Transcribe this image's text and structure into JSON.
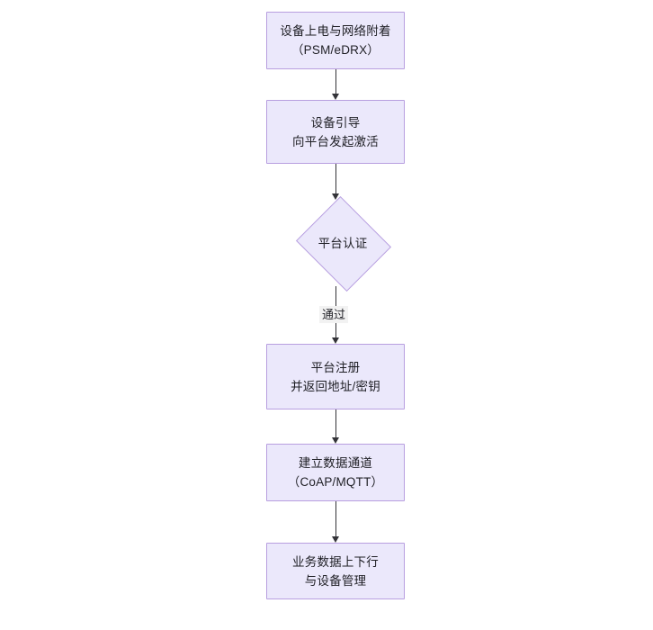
{
  "diagram": {
    "type": "flowchart",
    "orientation": "top-to-bottom",
    "background_color": "#ffffff",
    "node_fill_color": "#ebe8fb",
    "node_border_color": "#b89fe0",
    "edge_color": "#333338",
    "text_color": "#1f1f25",
    "edge_label_background": "#f2f2f2",
    "nodes": [
      {
        "id": "n1",
        "shape": "rectangle",
        "label": "设备上电与网络附着\n（PSM/eDRX）",
        "line1": "设备上电与网络附着",
        "line2": "（PSM/eDRX）"
      },
      {
        "id": "n2",
        "shape": "rectangle",
        "label": "设备引导\n向平台发起激活",
        "line1": "设备引导",
        "line2": "向平台发起激活"
      },
      {
        "id": "n3",
        "shape": "diamond",
        "label": "平台认证",
        "line1": "平台认证",
        "line2": ""
      },
      {
        "id": "n4",
        "shape": "rectangle",
        "label": "平台注册\n并返回地址/密钥",
        "line1": "平台注册",
        "line2": "并返回地址/密钥"
      },
      {
        "id": "n5",
        "shape": "rectangle",
        "label": "建立数据通道\n（CoAP/MQTT）",
        "line1": "建立数据通道",
        "line2": "（CoAP/MQTT）"
      },
      {
        "id": "n6",
        "shape": "rectangle",
        "label": "业务数据上下行\n与设备管理",
        "line1": "业务数据上下行",
        "line2": "与设备管理"
      }
    ],
    "edges": [
      {
        "id": "e1",
        "from": "n1",
        "to": "n2",
        "label": ""
      },
      {
        "id": "e2",
        "from": "n2",
        "to": "n3",
        "label": ""
      },
      {
        "id": "e3",
        "from": "n3",
        "to": "n4",
        "label": "通过"
      },
      {
        "id": "e4",
        "from": "n4",
        "to": "n5",
        "label": ""
      },
      {
        "id": "e5",
        "from": "n5",
        "to": "n6",
        "label": ""
      }
    ]
  }
}
